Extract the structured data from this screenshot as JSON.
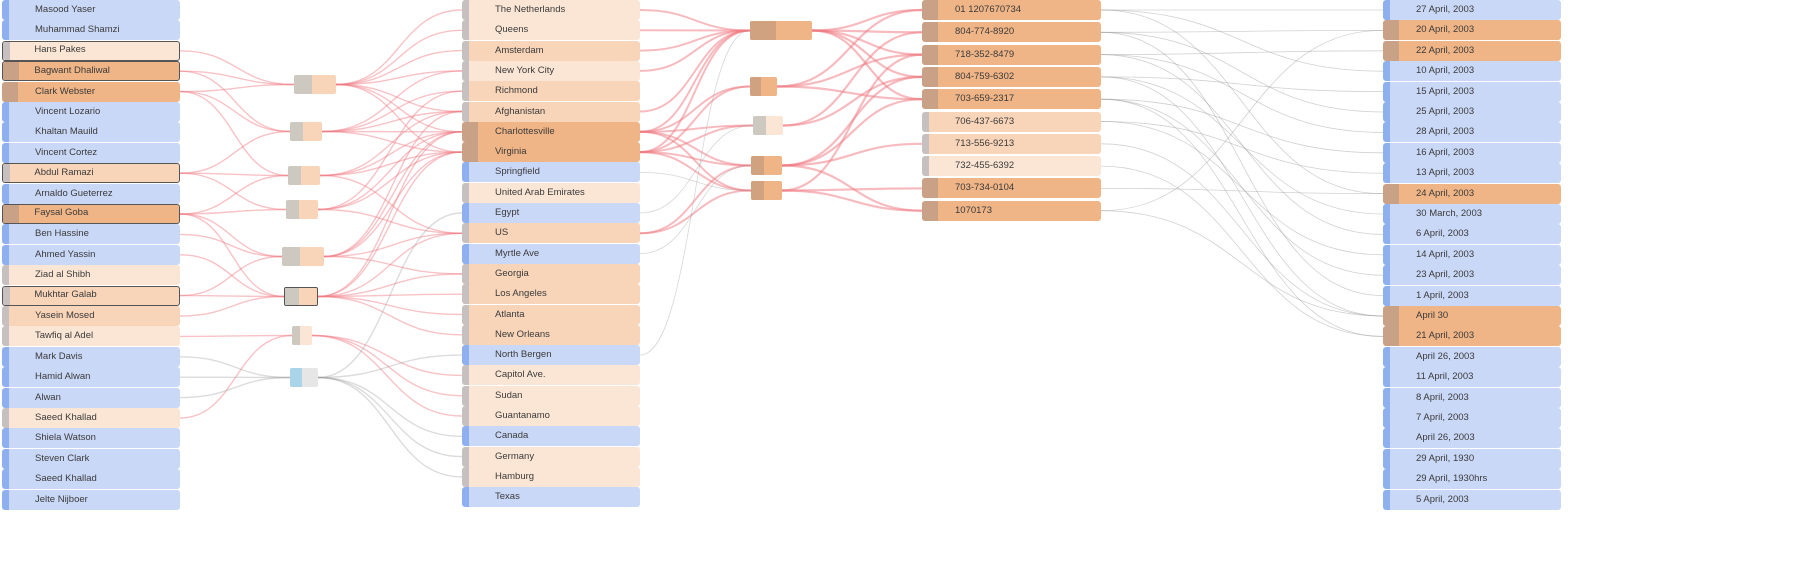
{
  "colors": {
    "blue": "#cad8f7",
    "blue_bar": "#8fb0ee",
    "peach_light": "#fbe6d5",
    "peach": "#f8d5b9",
    "orange": "#f0b586",
    "bar_gray": "#c6c0c0",
    "bar_tan": "#c9a187",
    "link_red": "#f07780",
    "link_gray": "#9a9a9a"
  },
  "columns": {
    "people": [
      {
        "label": "Masood Yaser",
        "tone": "blue"
      },
      {
        "label": "Muhammad Shamzi",
        "tone": "blue"
      },
      {
        "label": "Hans Pakes",
        "tone": "peach_light",
        "selected": true
      },
      {
        "label": "Bagwant Dhaliwal",
        "tone": "orange",
        "selected": true
      },
      {
        "label": "Clark Webster",
        "tone": "orange"
      },
      {
        "label": "Vincent Lozario",
        "tone": "blue"
      },
      {
        "label": "Khaltan Mauild",
        "tone": "blue"
      },
      {
        "label": "Vincent Cortez",
        "tone": "blue"
      },
      {
        "label": "Abdul Ramazi",
        "tone": "peach",
        "selected": true
      },
      {
        "label": "Arnaldo Gueterrez",
        "tone": "blue"
      },
      {
        "label": "Faysal Goba",
        "tone": "orange",
        "selected": true
      },
      {
        "label": "Ben Hassine",
        "tone": "blue"
      },
      {
        "label": "Ahmed Yassin",
        "tone": "blue"
      },
      {
        "label": "Ziad al Shibh",
        "tone": "peach_light"
      },
      {
        "label": "Mukhtar Galab",
        "tone": "peach",
        "selected": true
      },
      {
        "label": "Yasein Mosed",
        "tone": "peach"
      },
      {
        "label": "Tawfiq al Adel",
        "tone": "peach_light"
      },
      {
        "label": "Mark Davis",
        "tone": "blue"
      },
      {
        "label": "Hamid Alwan",
        "tone": "blue"
      },
      {
        "label": "Alwan",
        "tone": "blue"
      },
      {
        "label": "Saeed Khallad",
        "tone": "peach_light"
      },
      {
        "label": "Shiela Watson",
        "tone": "blue"
      },
      {
        "label": "Steven Clark",
        "tone": "blue"
      },
      {
        "label": "Saeed Khallad",
        "tone": "blue"
      },
      {
        "label": "Jelte Nijboer",
        "tone": "blue"
      }
    ],
    "places": [
      {
        "label": "The Netherlands",
        "tone": "peach_light"
      },
      {
        "label": "Queens",
        "tone": "peach_light"
      },
      {
        "label": "Amsterdam",
        "tone": "peach"
      },
      {
        "label": "New York City",
        "tone": "peach_light"
      },
      {
        "label": "Richmond",
        "tone": "peach"
      },
      {
        "label": "Afghanistan",
        "tone": "peach"
      },
      {
        "label": "Charlottesville",
        "tone": "orange"
      },
      {
        "label": "Virginia",
        "tone": "orange"
      },
      {
        "label": "Springfield",
        "tone": "blue"
      },
      {
        "label": "United Arab Emirates",
        "tone": "peach_light"
      },
      {
        "label": "Egypt",
        "tone": "blue"
      },
      {
        "label": "US",
        "tone": "peach"
      },
      {
        "label": "Myrtle Ave",
        "tone": "blue"
      },
      {
        "label": "Georgia",
        "tone": "peach"
      },
      {
        "label": "Los Angeles",
        "tone": "peach"
      },
      {
        "label": "Atlanta",
        "tone": "peach"
      },
      {
        "label": "New Orleans",
        "tone": "peach"
      },
      {
        "label": "North Bergen",
        "tone": "blue"
      },
      {
        "label": "Capitol Ave.",
        "tone": "peach_light"
      },
      {
        "label": "Sudan",
        "tone": "peach_light"
      },
      {
        "label": "Guantanamo",
        "tone": "peach_light"
      },
      {
        "label": "Canada",
        "tone": "blue"
      },
      {
        "label": "Germany",
        "tone": "peach_light"
      },
      {
        "label": "Hamburg",
        "tone": "peach_light"
      },
      {
        "label": "Texas",
        "tone": "blue"
      }
    ],
    "phones": [
      {
        "label": "01 1207670734",
        "tone": "orange"
      },
      {
        "label": "804-774-8920",
        "tone": "orange"
      },
      {
        "label": "718-352-8479",
        "tone": "orange"
      },
      {
        "label": "804-759-6302",
        "tone": "orange"
      },
      {
        "label": "703-659-2317",
        "tone": "orange"
      },
      {
        "label": "706-437-6673",
        "tone": "peach"
      },
      {
        "label": "713-556-9213",
        "tone": "peach"
      },
      {
        "label": "732-455-6392",
        "tone": "peach_light"
      },
      {
        "label": "703-734-0104",
        "tone": "orange"
      },
      {
        "label": "1070173",
        "tone": "orange"
      }
    ],
    "dates": [
      {
        "label": "27 April, 2003",
        "tone": "blue"
      },
      {
        "label": "20 April, 2003",
        "tone": "orange"
      },
      {
        "label": "22 April, 2003",
        "tone": "orange"
      },
      {
        "label": "10 April, 2003",
        "tone": "blue"
      },
      {
        "label": "15 April, 2003",
        "tone": "blue"
      },
      {
        "label": "25 April, 2003",
        "tone": "blue"
      },
      {
        "label": "28 April, 2003",
        "tone": "blue"
      },
      {
        "label": "16 April, 2003",
        "tone": "blue"
      },
      {
        "label": "13 April, 2003",
        "tone": "blue"
      },
      {
        "label": "24 April, 2003",
        "tone": "orange"
      },
      {
        "label": "30 March, 2003",
        "tone": "blue"
      },
      {
        "label": "6 April, 2003",
        "tone": "blue"
      },
      {
        "label": "14 April, 2003",
        "tone": "blue"
      },
      {
        "label": "23 April, 2003",
        "tone": "blue"
      },
      {
        "label": "1 April, 2003",
        "tone": "blue"
      },
      {
        "label": "April 30",
        "tone": "orange"
      },
      {
        "label": "21 April, 2003",
        "tone": "orange"
      },
      {
        "label": "April 26, 2003",
        "tone": "blue"
      },
      {
        "label": "11 April, 2003",
        "tone": "blue"
      },
      {
        "label": "8 April, 2003",
        "tone": "blue"
      },
      {
        "label": "7 April, 2003",
        "tone": "blue"
      },
      {
        "label": "April 26, 2003",
        "tone": "blue"
      },
      {
        "label": "29 April, 1930",
        "tone": "blue"
      },
      {
        "label": "29 April, 1930hrs",
        "tone": "blue"
      },
      {
        "label": "5 April, 2003",
        "tone": "blue"
      }
    ]
  },
  "cluster_boxes_a": [
    {
      "tone": "peach",
      "links_people": [
        2,
        3,
        4
      ],
      "links_places": [
        0,
        1,
        2,
        3,
        5,
        6,
        7
      ]
    },
    {
      "tone": "peach",
      "links_people": [
        3,
        4,
        8
      ],
      "links_places": [
        3,
        4,
        5,
        6,
        7
      ]
    },
    {
      "tone": "peach",
      "links_people": [
        4,
        8,
        10
      ],
      "links_places": [
        5,
        6,
        7,
        11
      ]
    },
    {
      "tone": "peach",
      "links_people": [
        8,
        10
      ],
      "links_places": [
        4,
        6,
        7,
        11
      ]
    },
    {
      "tone": "peach",
      "links_people": [
        10,
        11,
        14
      ],
      "links_places": [
        5,
        6,
        7,
        11,
        13
      ]
    },
    {
      "tone": "peach",
      "selected": true,
      "links_people": [
        10,
        12,
        14,
        15
      ],
      "links_places": [
        6,
        7,
        11,
        13,
        14,
        15,
        16
      ]
    },
    {
      "tone": "peach_light",
      "links_people": [
        16,
        20
      ],
      "links_places": [
        18,
        19,
        20
      ]
    },
    {
      "tone": "gray",
      "links_people": [
        17,
        18,
        19
      ],
      "links_places": [
        10,
        17,
        21,
        22,
        23
      ]
    }
  ],
  "cluster_boxes_b": [
    {
      "tone": "orange",
      "links_places": [
        0,
        1,
        2,
        3,
        5,
        6,
        7
      ],
      "links_phones": [
        0,
        1,
        2,
        3,
        4
      ]
    },
    {
      "tone": "orange",
      "links_places": [
        6,
        7
      ],
      "links_phones": [
        0,
        2,
        4
      ]
    },
    {
      "tone": "peach_light",
      "links_places": [
        6,
        7
      ],
      "links_phones": [
        1,
        3
      ]
    },
    {
      "tone": "orange",
      "links_places": [
        6,
        7,
        11
      ],
      "links_phones": [
        3,
        4,
        6,
        9
      ]
    },
    {
      "tone": "orange",
      "links_places": [
        6,
        7,
        11
      ],
      "links_phones": [
        2,
        8,
        9
      ]
    }
  ],
  "phone_date_links": [
    [
      0,
      0
    ],
    [
      0,
      3
    ],
    [
      0,
      9
    ],
    [
      1,
      1
    ],
    [
      1,
      5
    ],
    [
      1,
      14
    ],
    [
      2,
      2
    ],
    [
      2,
      6
    ],
    [
      2,
      11
    ],
    [
      3,
      4
    ],
    [
      3,
      15
    ],
    [
      3,
      10
    ],
    [
      4,
      7
    ],
    [
      4,
      16
    ],
    [
      4,
      13
    ],
    [
      5,
      8
    ],
    [
      5,
      12
    ],
    [
      6,
      15
    ],
    [
      7,
      16
    ],
    [
      8,
      9
    ],
    [
      9,
      1
    ],
    [
      9,
      15
    ]
  ],
  "place_gray_links": [
    [
      8,
      4
    ],
    [
      10,
      2
    ],
    [
      12,
      3
    ],
    [
      17,
      0
    ]
  ]
}
